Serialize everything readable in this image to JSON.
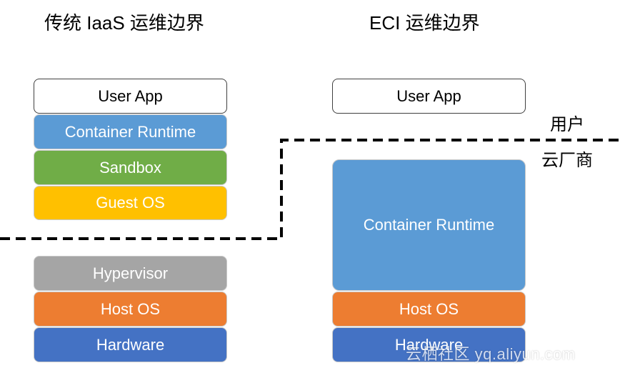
{
  "left": {
    "title": "传统 IaaS 运维边界",
    "layers": [
      {
        "label": "User App",
        "fill": "#ffffff",
        "text": "#000000"
      },
      {
        "label": "Container Runtime",
        "fill": "#5b9bd5",
        "text": "#ffffff"
      },
      {
        "label": "Sandbox",
        "fill": "#70ad47",
        "text": "#ffffff"
      },
      {
        "label": "Guest OS",
        "fill": "#ffc000",
        "text": "#ffffff"
      },
      {
        "label": "Hypervisor",
        "fill": "#a5a5a5",
        "text": "#ffffff"
      },
      {
        "label": "Host OS",
        "fill": "#ed7d31",
        "text": "#ffffff"
      },
      {
        "label": "Hardware",
        "fill": "#4472c4",
        "text": "#ffffff"
      }
    ]
  },
  "right": {
    "title": "ECI 运维边界",
    "layers": [
      {
        "label": "User App",
        "fill": "#ffffff",
        "text": "#000000"
      },
      {
        "label": "Container Runtime",
        "fill": "#5b9bd5",
        "text": "#ffffff"
      },
      {
        "label": "Host OS",
        "fill": "#ed7d31",
        "text": "#ffffff"
      },
      {
        "label": "Hardware",
        "fill": "#4472c4",
        "text": "#ffffff"
      }
    ]
  },
  "boundary": {
    "above_label": "用户",
    "below_label": "云厂商",
    "line_color": "#000000"
  },
  "watermark": {
    "text": "云栖社区 yq.aliyun.com"
  }
}
